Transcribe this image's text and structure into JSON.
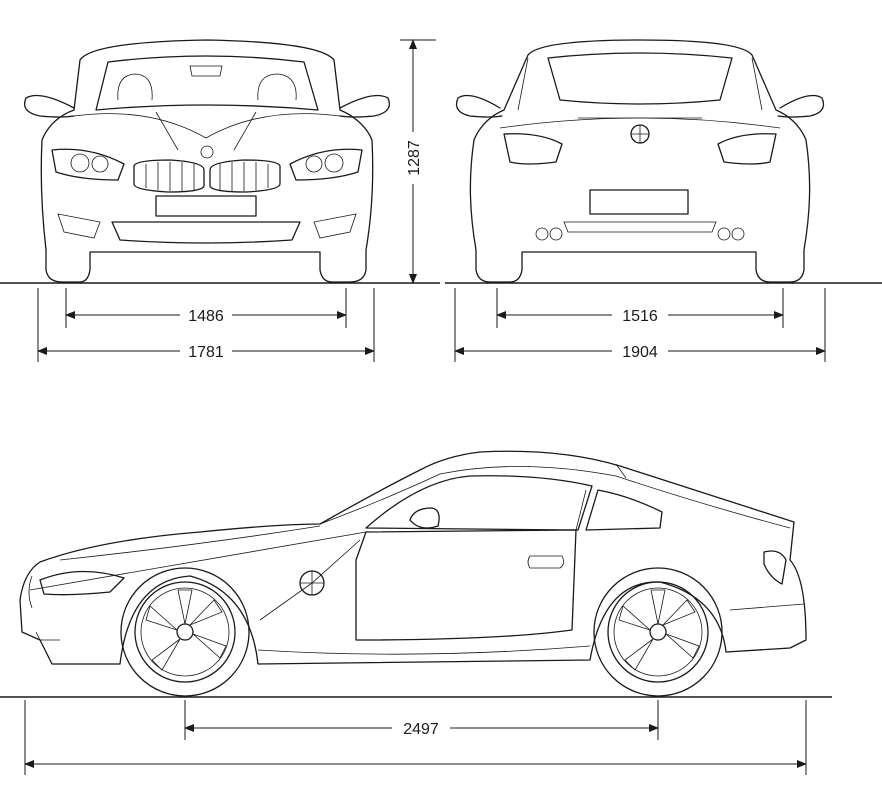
{
  "dimensions": {
    "front_track": "1486",
    "front_width": "1781",
    "height": "1287",
    "rear_track": "1516",
    "rear_width": "1904",
    "wheelbase": "2497"
  }
}
